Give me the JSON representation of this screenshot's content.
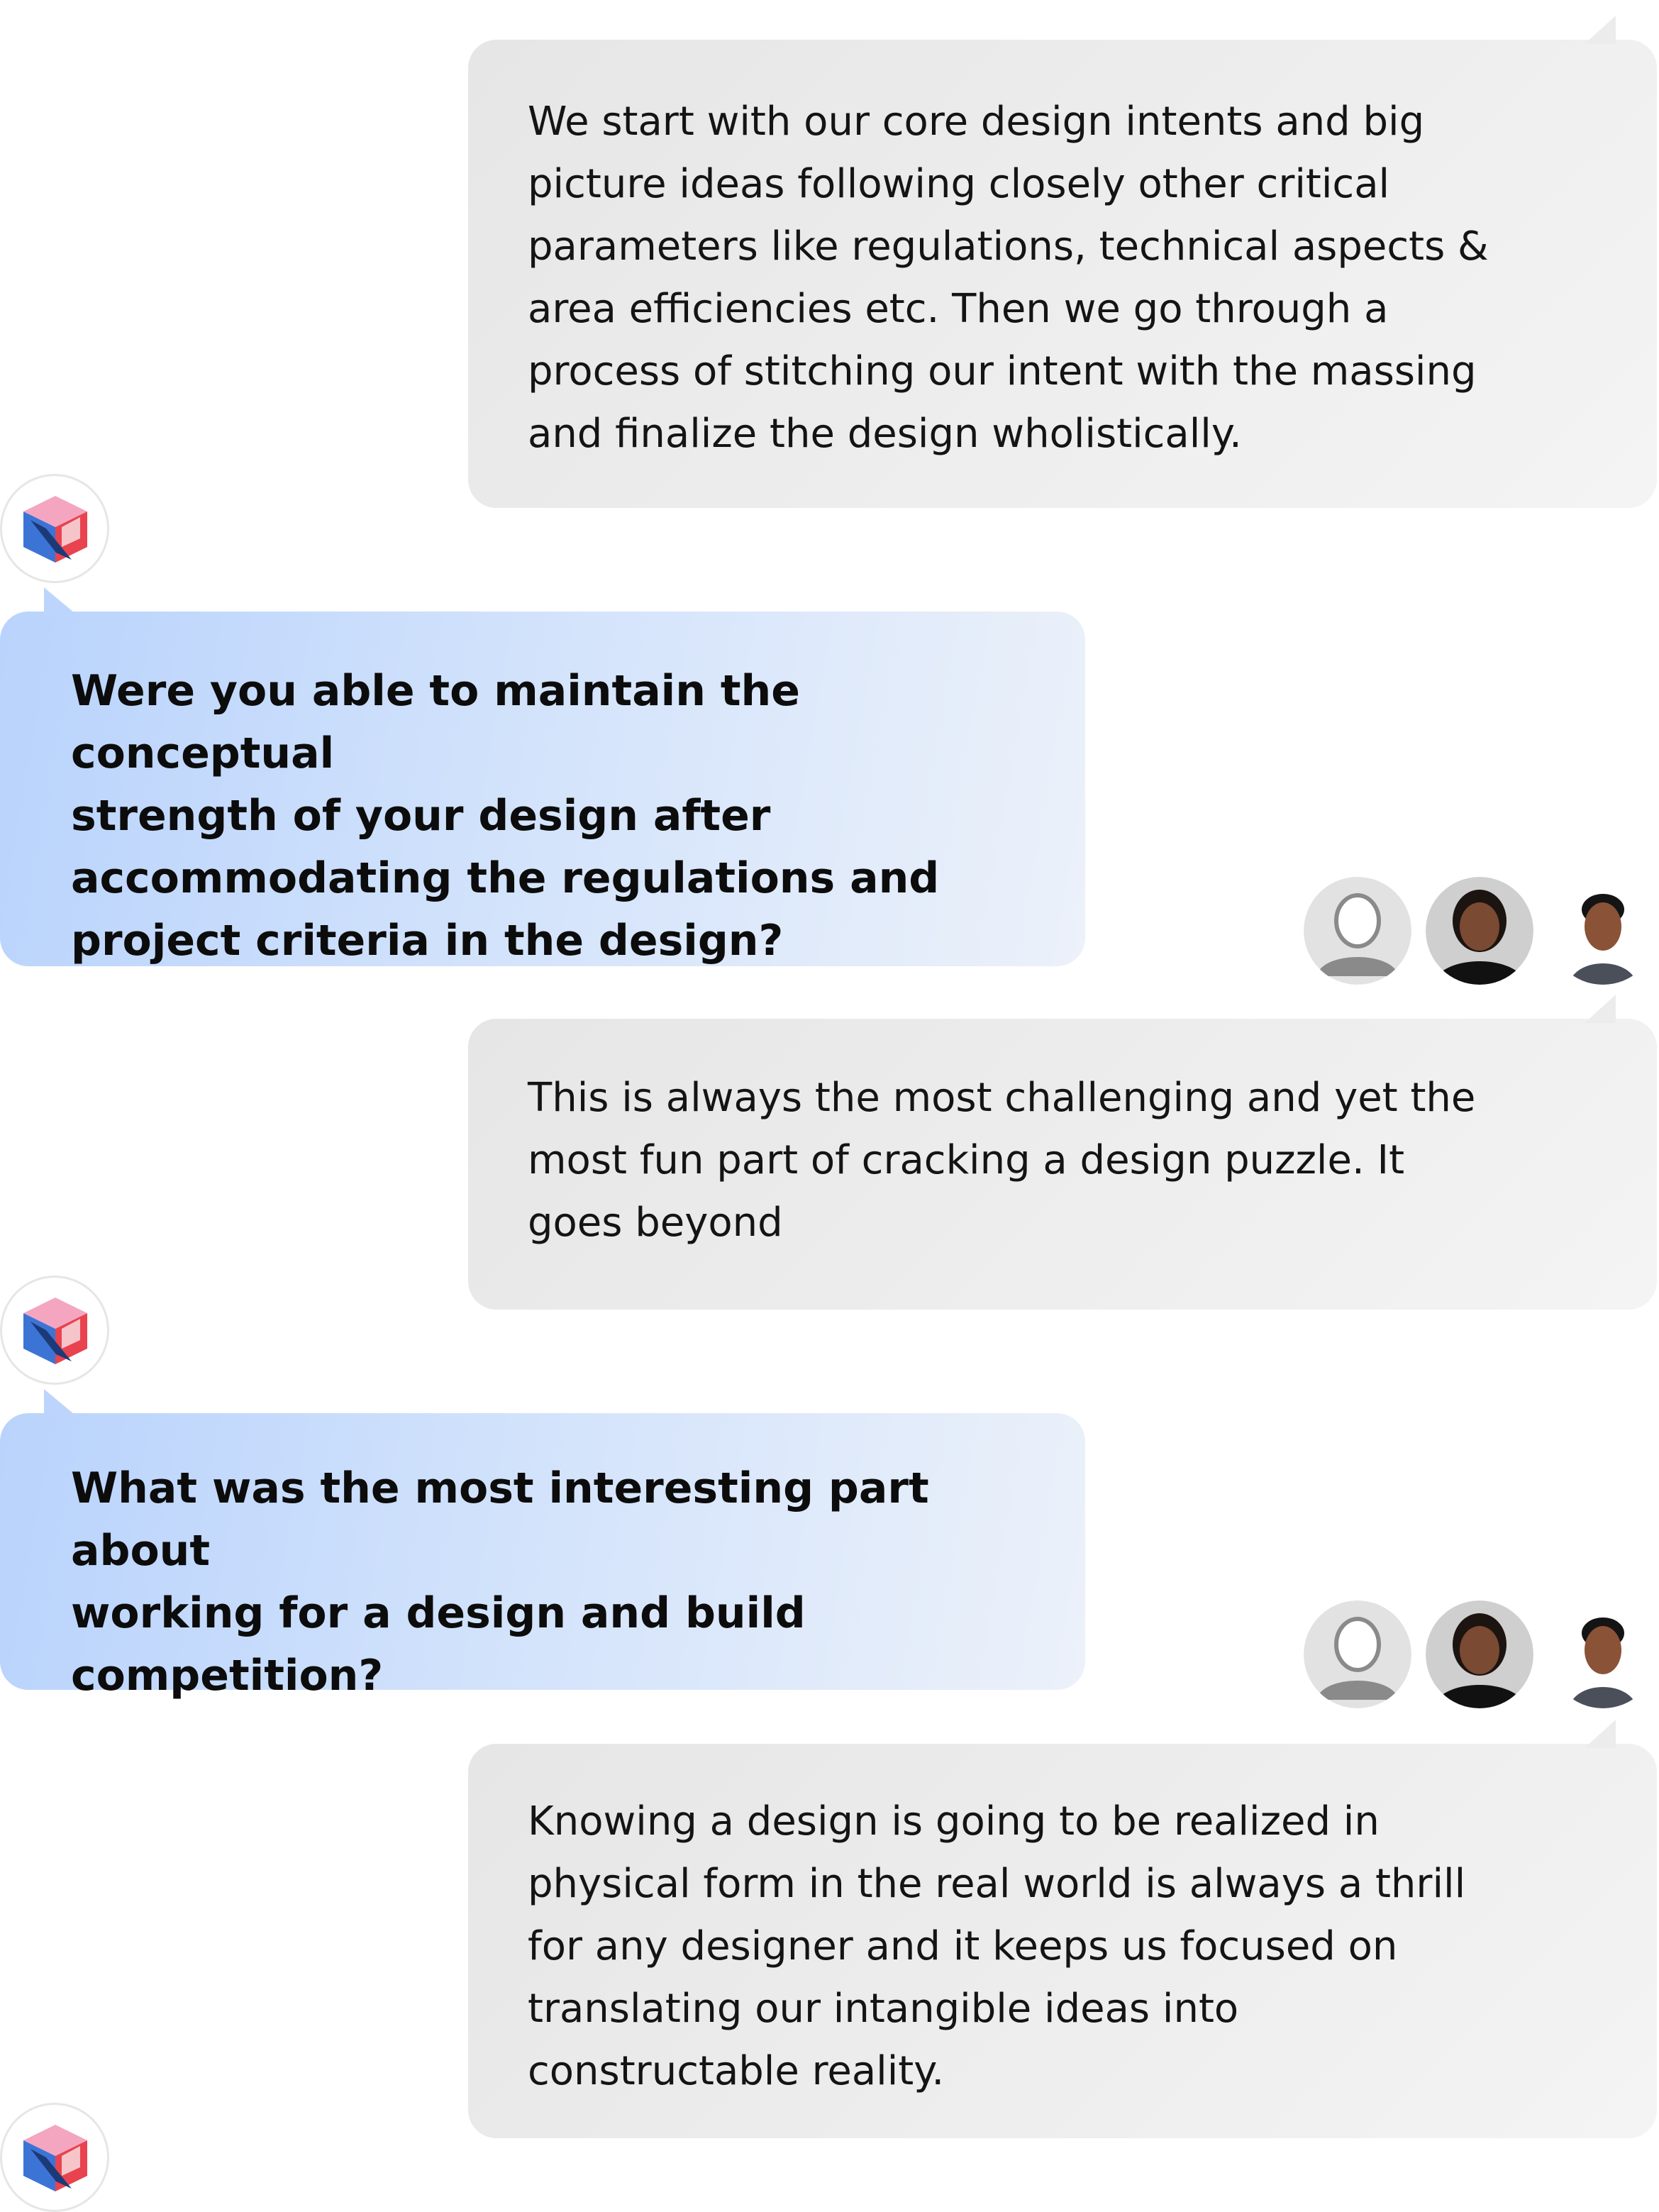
{
  "colors": {
    "answer_bubble": "#ececec",
    "question_bubble_start": "#b9d3fc",
    "question_bubble_end": "#ecf1fa",
    "text": "#141414"
  },
  "icons": {
    "brand_logo": "brand-logo-icon",
    "generic_avatar": "person-placeholder-icon"
  },
  "messages": [
    {
      "role": "answer",
      "text": "We start with our core design intents and big\npicture ideas following closely other critical\nparameters like regulations, technical aspects &\narea efficiencies etc. Then we go through a\nprocess of stitching our intent with the massing\nand finalize the design wholistically."
    },
    {
      "role": "question",
      "text": "Were you able to maintain the conceptual\nstrength of your design after\naccommodating the regulations and\nproject criteria in the design?"
    },
    {
      "role": "answer",
      "text": "This is always the most challenging and yet the\nmost fun part of cracking a design puzzle. It\ngoes beyond"
    },
    {
      "role": "question",
      "text": "What was the most interesting part about\nworking for a design and build\ncompetition?"
    },
    {
      "role": "answer",
      "text": "Knowing a design is going to be realized in\nphysical form in the real world is always a thrill\nfor any designer and it keeps us focused on\ntranslating our intangible ideas into\nconstructable reality."
    }
  ]
}
